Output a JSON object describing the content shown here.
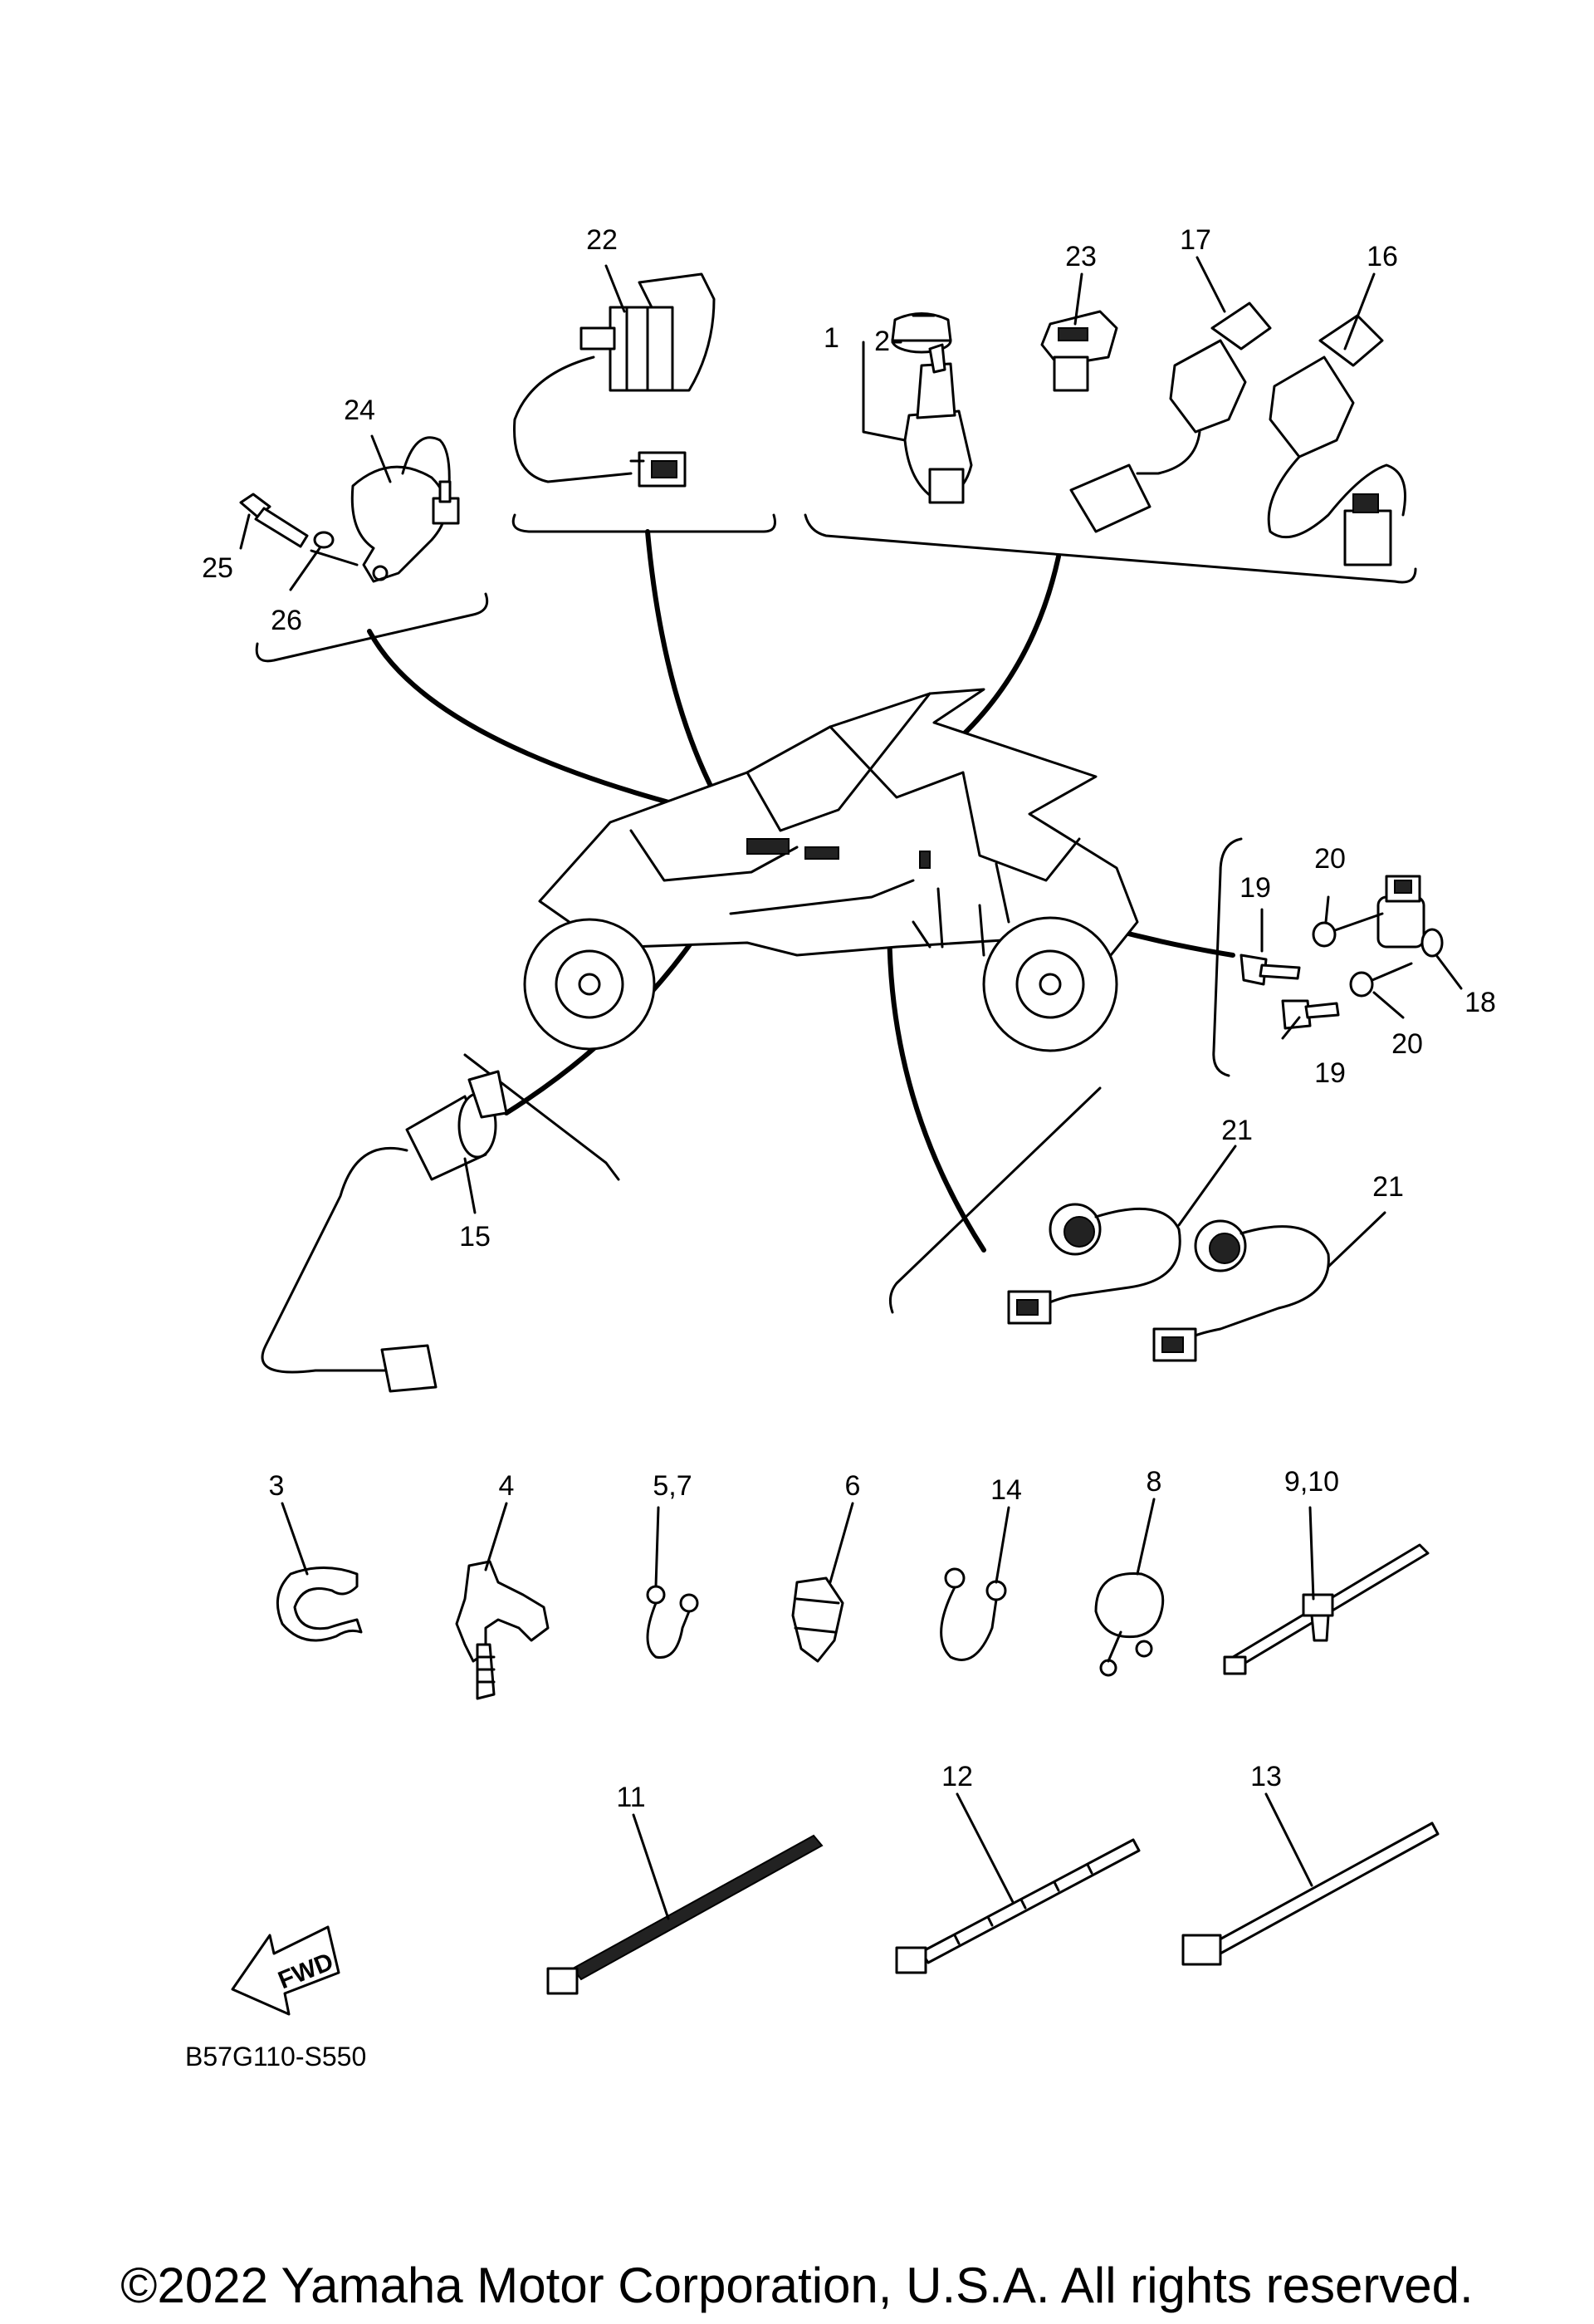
{
  "callouts": {
    "c1": "1",
    "c2": "2",
    "c3": "3",
    "c4": "4",
    "c5_7": "5,7",
    "c6": "6",
    "c8": "8",
    "c9_10": "9,10",
    "c11": "11",
    "c12": "12",
    "c13": "13",
    "c14": "14",
    "c15": "15",
    "c16": "16",
    "c17": "17",
    "c18": "18",
    "c19a": "19",
    "c19b": "19",
    "c20a": "20",
    "c20b": "20",
    "c21a": "21",
    "c21b": "21",
    "c22": "22",
    "c23": "23",
    "c24": "24",
    "c25": "25",
    "c26": "26"
  },
  "fwd_label": "FWD",
  "diagram_code": "B57G110-S550",
  "copyright": "©2022 Yamaha Motor Corporation, U.S.A. All rights reserved."
}
